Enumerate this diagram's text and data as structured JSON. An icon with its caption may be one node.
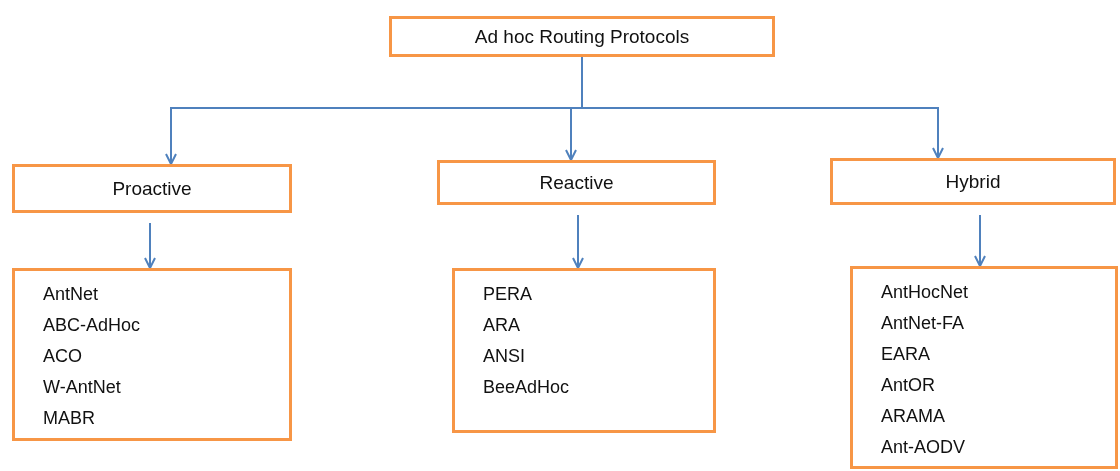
{
  "diagram": {
    "nodes": [
      {
        "text": [
          "Ad hoc Routing Protocols"
        ]
      },
      {
        "text": [
          "Proactive"
        ]
      },
      {
        "text": [
          "Reactive"
        ]
      },
      {
        "text": [
          "Hybrid"
        ]
      },
      {
        "text": [
          "AntNet",
          "ABC-AdHoc",
          "ACO",
          "W-AntNet",
          "MABR"
        ]
      },
      {
        "text": [
          "PERA",
          "ARA",
          "ANSI",
          "BeeAdHoc"
        ]
      },
      {
        "text": [
          "AntHocNet",
          "AntNet-FA",
          "EARA",
          "AntOR",
          "ARAMA",
          "Ant-AODV"
        ]
      }
    ],
    "edges": [
      {
        "from": 0,
        "to": 1,
        "arrow": "to"
      },
      {
        "from": 0,
        "to": 2,
        "arrow": "to"
      },
      {
        "from": 0,
        "to": 3,
        "arrow": "to"
      },
      {
        "from": 1,
        "to": 4,
        "arrow": "to"
      },
      {
        "from": 2,
        "to": 5,
        "arrow": "to"
      },
      {
        "from": 3,
        "to": 6,
        "arrow": "to"
      }
    ]
  }
}
